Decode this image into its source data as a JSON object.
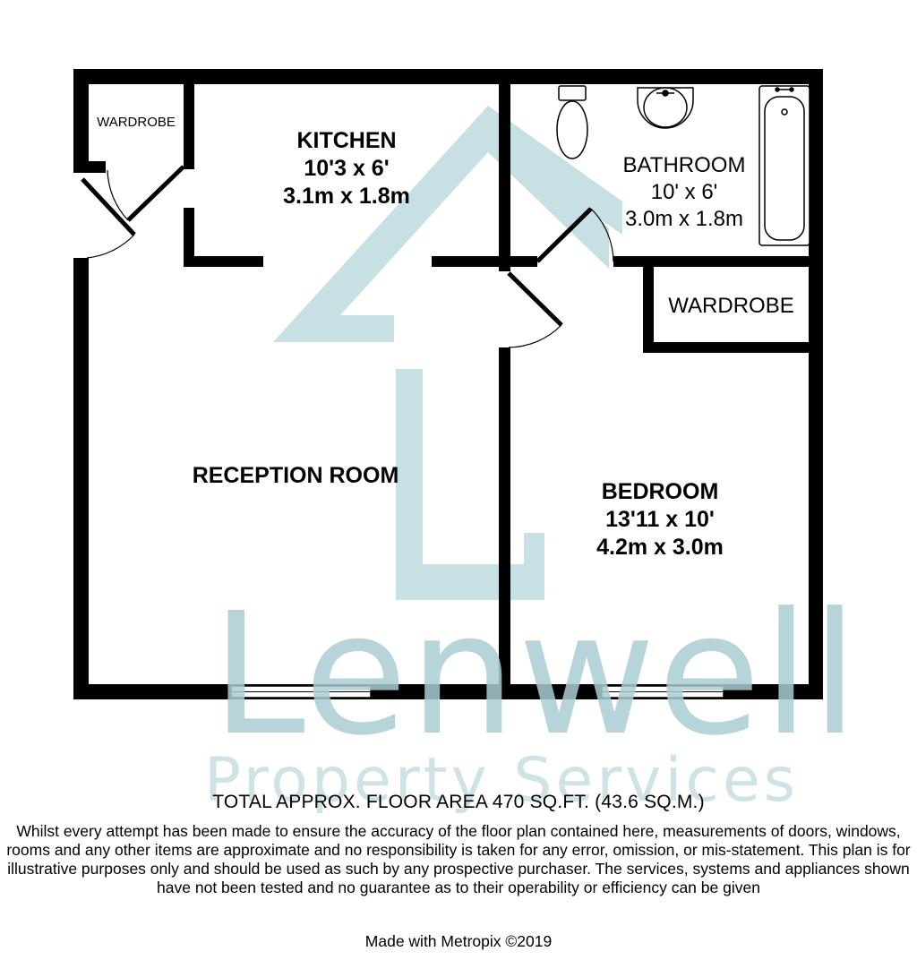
{
  "watermark": {
    "brand": "Lenwell",
    "tagline": "Property Services",
    "color": "#a9ccd3"
  },
  "rooms": {
    "wardrobe_left": {
      "name": "WARDROBE"
    },
    "kitchen": {
      "name": "KITCHEN",
      "imperial": "10'3 x 6'",
      "metric": "3.1m x 1.8m"
    },
    "bathroom": {
      "name": "BATHROOM",
      "imperial": "10' x 6'",
      "metric": "3.0m x 1.8m"
    },
    "wardrobe_right": {
      "name": "WARDROBE"
    },
    "reception": {
      "name": "RECEPTION ROOM"
    },
    "bedroom": {
      "name": "BEDROOM",
      "imperial": "13'11 x 10'",
      "metric": "4.2m x 3.0m"
    }
  },
  "footer": {
    "total_area": "TOTAL APPROX. FLOOR AREA 470 SQ.FT. (43.6 SQ.M.)",
    "disclaimer": "Whilst every attempt has been made to ensure the accuracy of the floor plan contained here, measurements of doors, windows, rooms and any other items are approximate and no responsibility is taken for any error, omission, or mis-statement. This plan is for illustrative purposes only and should be used as such by any prospective purchaser. The services, systems and appliances shown have not been tested and no guarantee as to their operability or efficiency can be given",
    "credit": "Made with Metropix ©2019"
  }
}
